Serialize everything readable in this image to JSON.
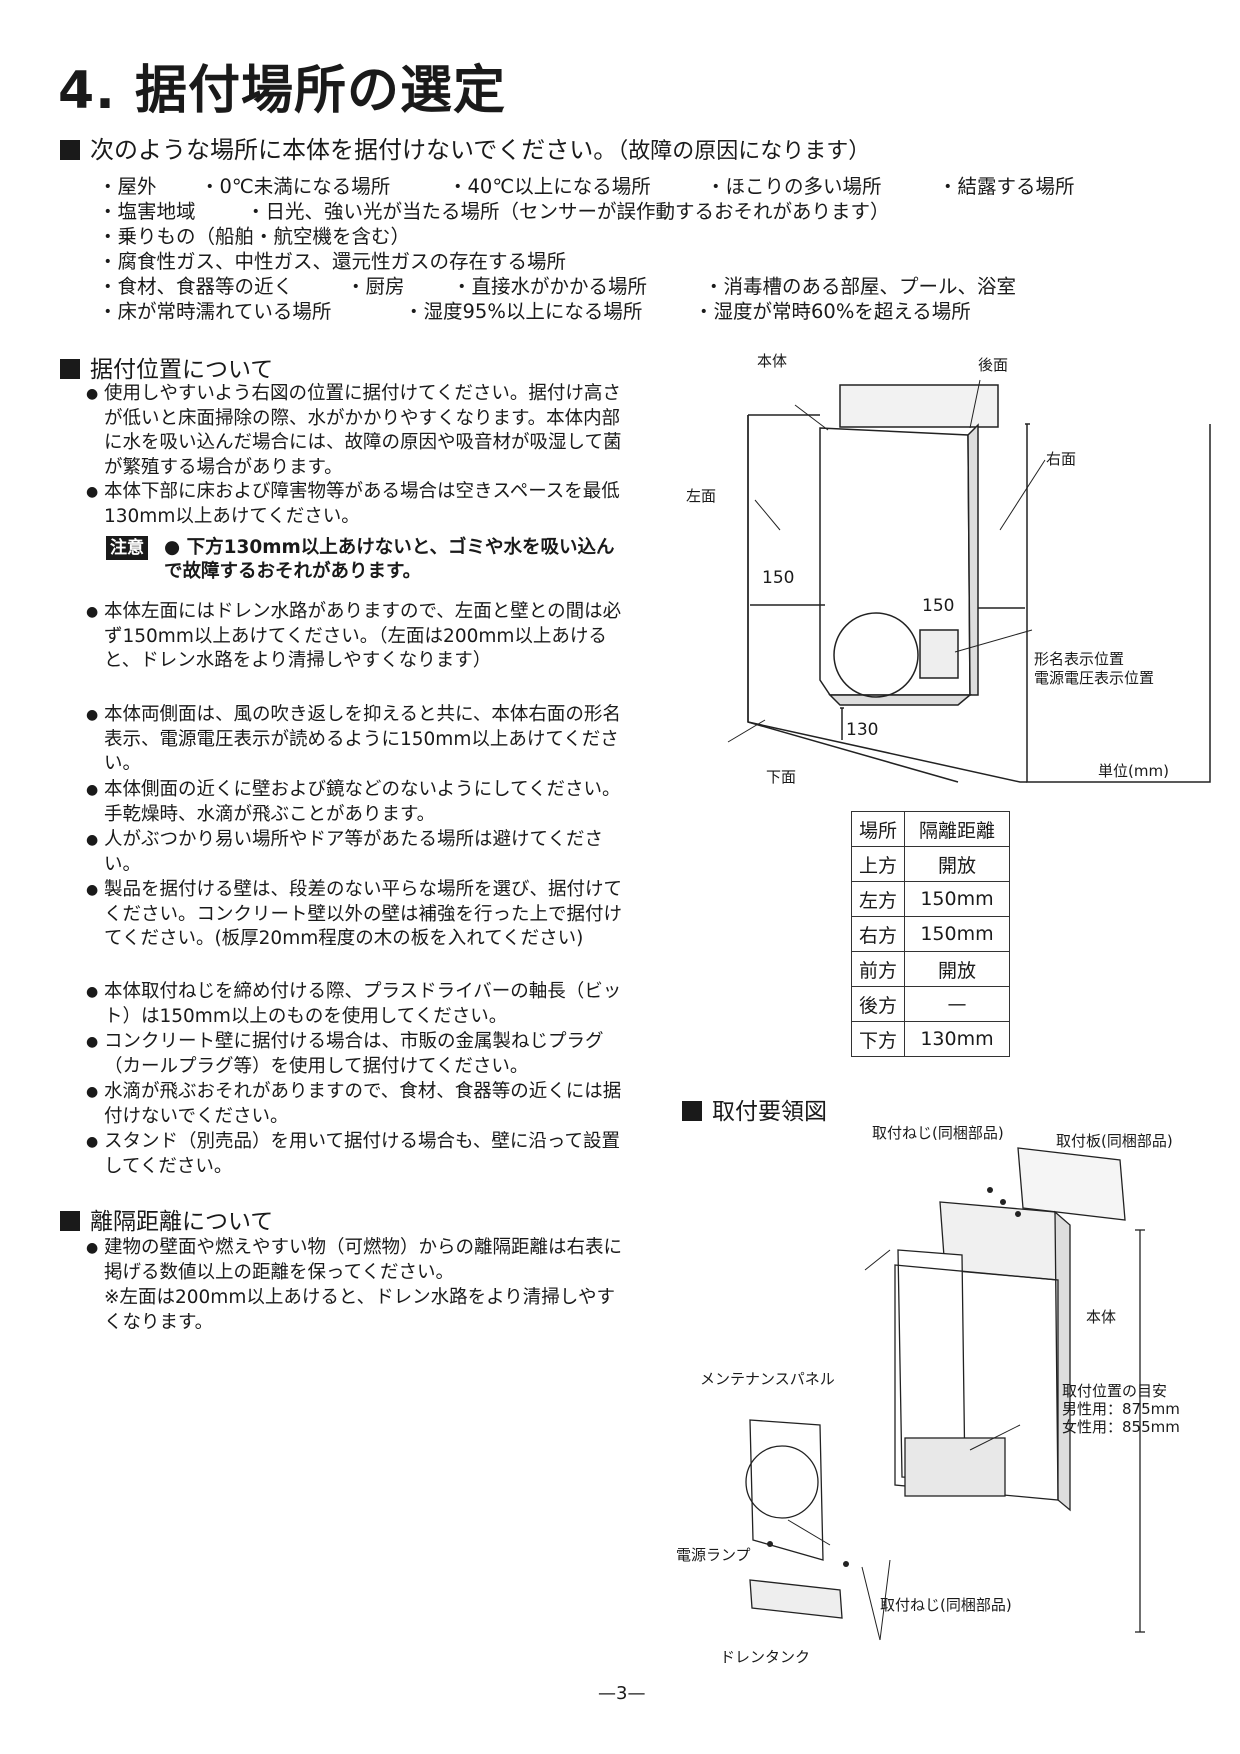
{
  "title": "4. 据付場所の選定",
  "warning": {
    "heading": "次のような場所に本体を据付けないでください。",
    "heading_note": "（故障の原因になります）",
    "lines": [
      [
        "・屋外",
        "・0℃未満になる場所",
        "・40℃以上になる場所",
        "・ほこりの多い場所",
        "・結露する場所"
      ],
      [
        "・塩害地域",
        "・日光、強い光が当たる場所（センサーが誤作動するおそれがあります）"
      ],
      [
        "・乗りもの（船舶・航空機を含む）"
      ],
      [
        "・腐食性ガス、中性ガス、還元性ガスの存在する場所"
      ],
      [
        "・食材、食器等の近く",
        "・厨房",
        "・直接水がかかる場所",
        "・消毒槽のある部屋、プール、浴室"
      ],
      [
        "・床が常時濡れている場所",
        "・湿度95%以上になる場所",
        "・湿度が常時60%を超える場所"
      ]
    ]
  },
  "position_section": {
    "heading": "据付位置について",
    "items": [
      "使用しやすいよう右図の位置に据付けてください。据付け高さが低いと床面掃除の際、水がかかりやすくなります。本体内部に水を吸い込んだ場合には、故障の原因や吸音材が吸湿して菌が繁殖する場合があります。",
      "本体下部に床および障害物等がある場合は空きスペースを最低130mm以上あけてください。"
    ],
    "caution_tag": "注意",
    "caution_text": "● 下方130mm以上あけないと、ゴミや水を吸い込んで故障するおそれがあります。",
    "items2": [
      "本体左面にはドレン水路がありますので、左面と壁との間は必ず150mm以上あけてください。（左面は200mm以上あけると、ドレン水路をより清掃しやすくなります）",
      "本体両側面は、風の吹き返しを抑えると共に、本体右面の形名表示、電源電圧表示が読めるように150mm以上あけてください。",
      "本体側面の近くに壁および鏡などのないようにしてください。手乾燥時、水滴が飛ぶことがあります。",
      "人がぶつかり易い場所やドア等があたる場所は避けてください。",
      "製品を据付ける壁は、段差のない平らな場所を選び、据付けてください。コンクリート壁以外の壁は補強を行った上で据付けてください。(板厚20mm程度の木の板を入れてください)",
      "本体取付ねじを締め付ける際、プラスドライバーの軸長（ビット）は150mm以上のものを使用してください。",
      "コンクリート壁に据付ける場合は、市販の金属製ねじプラグ（カールプラグ等）を使用して据付けてください。",
      "水滴が飛ぶおそれがありますので、食材、食器等の近くには据付けないでください。",
      "スタンド（別売品）を用いて据付ける場合も、壁に沿って設置してください。"
    ]
  },
  "distance_section": {
    "heading": "離隔距離について",
    "item": "建物の壁面や燃えやすい物（可燃物）からの離隔距離は右表に掲げる数値以上の距離を保ってください。",
    "note": "※左面は200mm以上あけると、ドレン水路をより清掃しやすくなります。"
  },
  "diagram1": {
    "labels": {
      "body": "本体",
      "back": "後面",
      "right": "右面",
      "left": "左面",
      "bottom": "下面",
      "model_pos_1": "形名表示位置",
      "model_pos_2": "電源電圧表示位置",
      "unit": "単位(mm)",
      "dim_left": "150",
      "dim_right": "150",
      "dim_bottom": "130"
    }
  },
  "table": {
    "headers": [
      "場所",
      "隔離距離"
    ],
    "rows": [
      [
        "上方",
        "開放"
      ],
      [
        "左方",
        "150mm"
      ],
      [
        "右方",
        "150mm"
      ],
      [
        "前方",
        "開放"
      ],
      [
        "後方",
        "—"
      ],
      [
        "下方",
        "130mm"
      ]
    ]
  },
  "install_section": {
    "heading": "取付要領図",
    "labels": {
      "screw_top": "取付ねじ(同梱部品)",
      "plate": "取付板(同梱部品)",
      "body": "本体",
      "guide": "取付位置の目安",
      "male": "男性用：875mm",
      "female": "女性用：855mm",
      "panel": "メンテナンスパネル",
      "lamp": "電源ランプ",
      "screw_bottom": "取付ねじ(同梱部品)",
      "tank": "ドレンタンク"
    }
  },
  "page_number": "—3—"
}
